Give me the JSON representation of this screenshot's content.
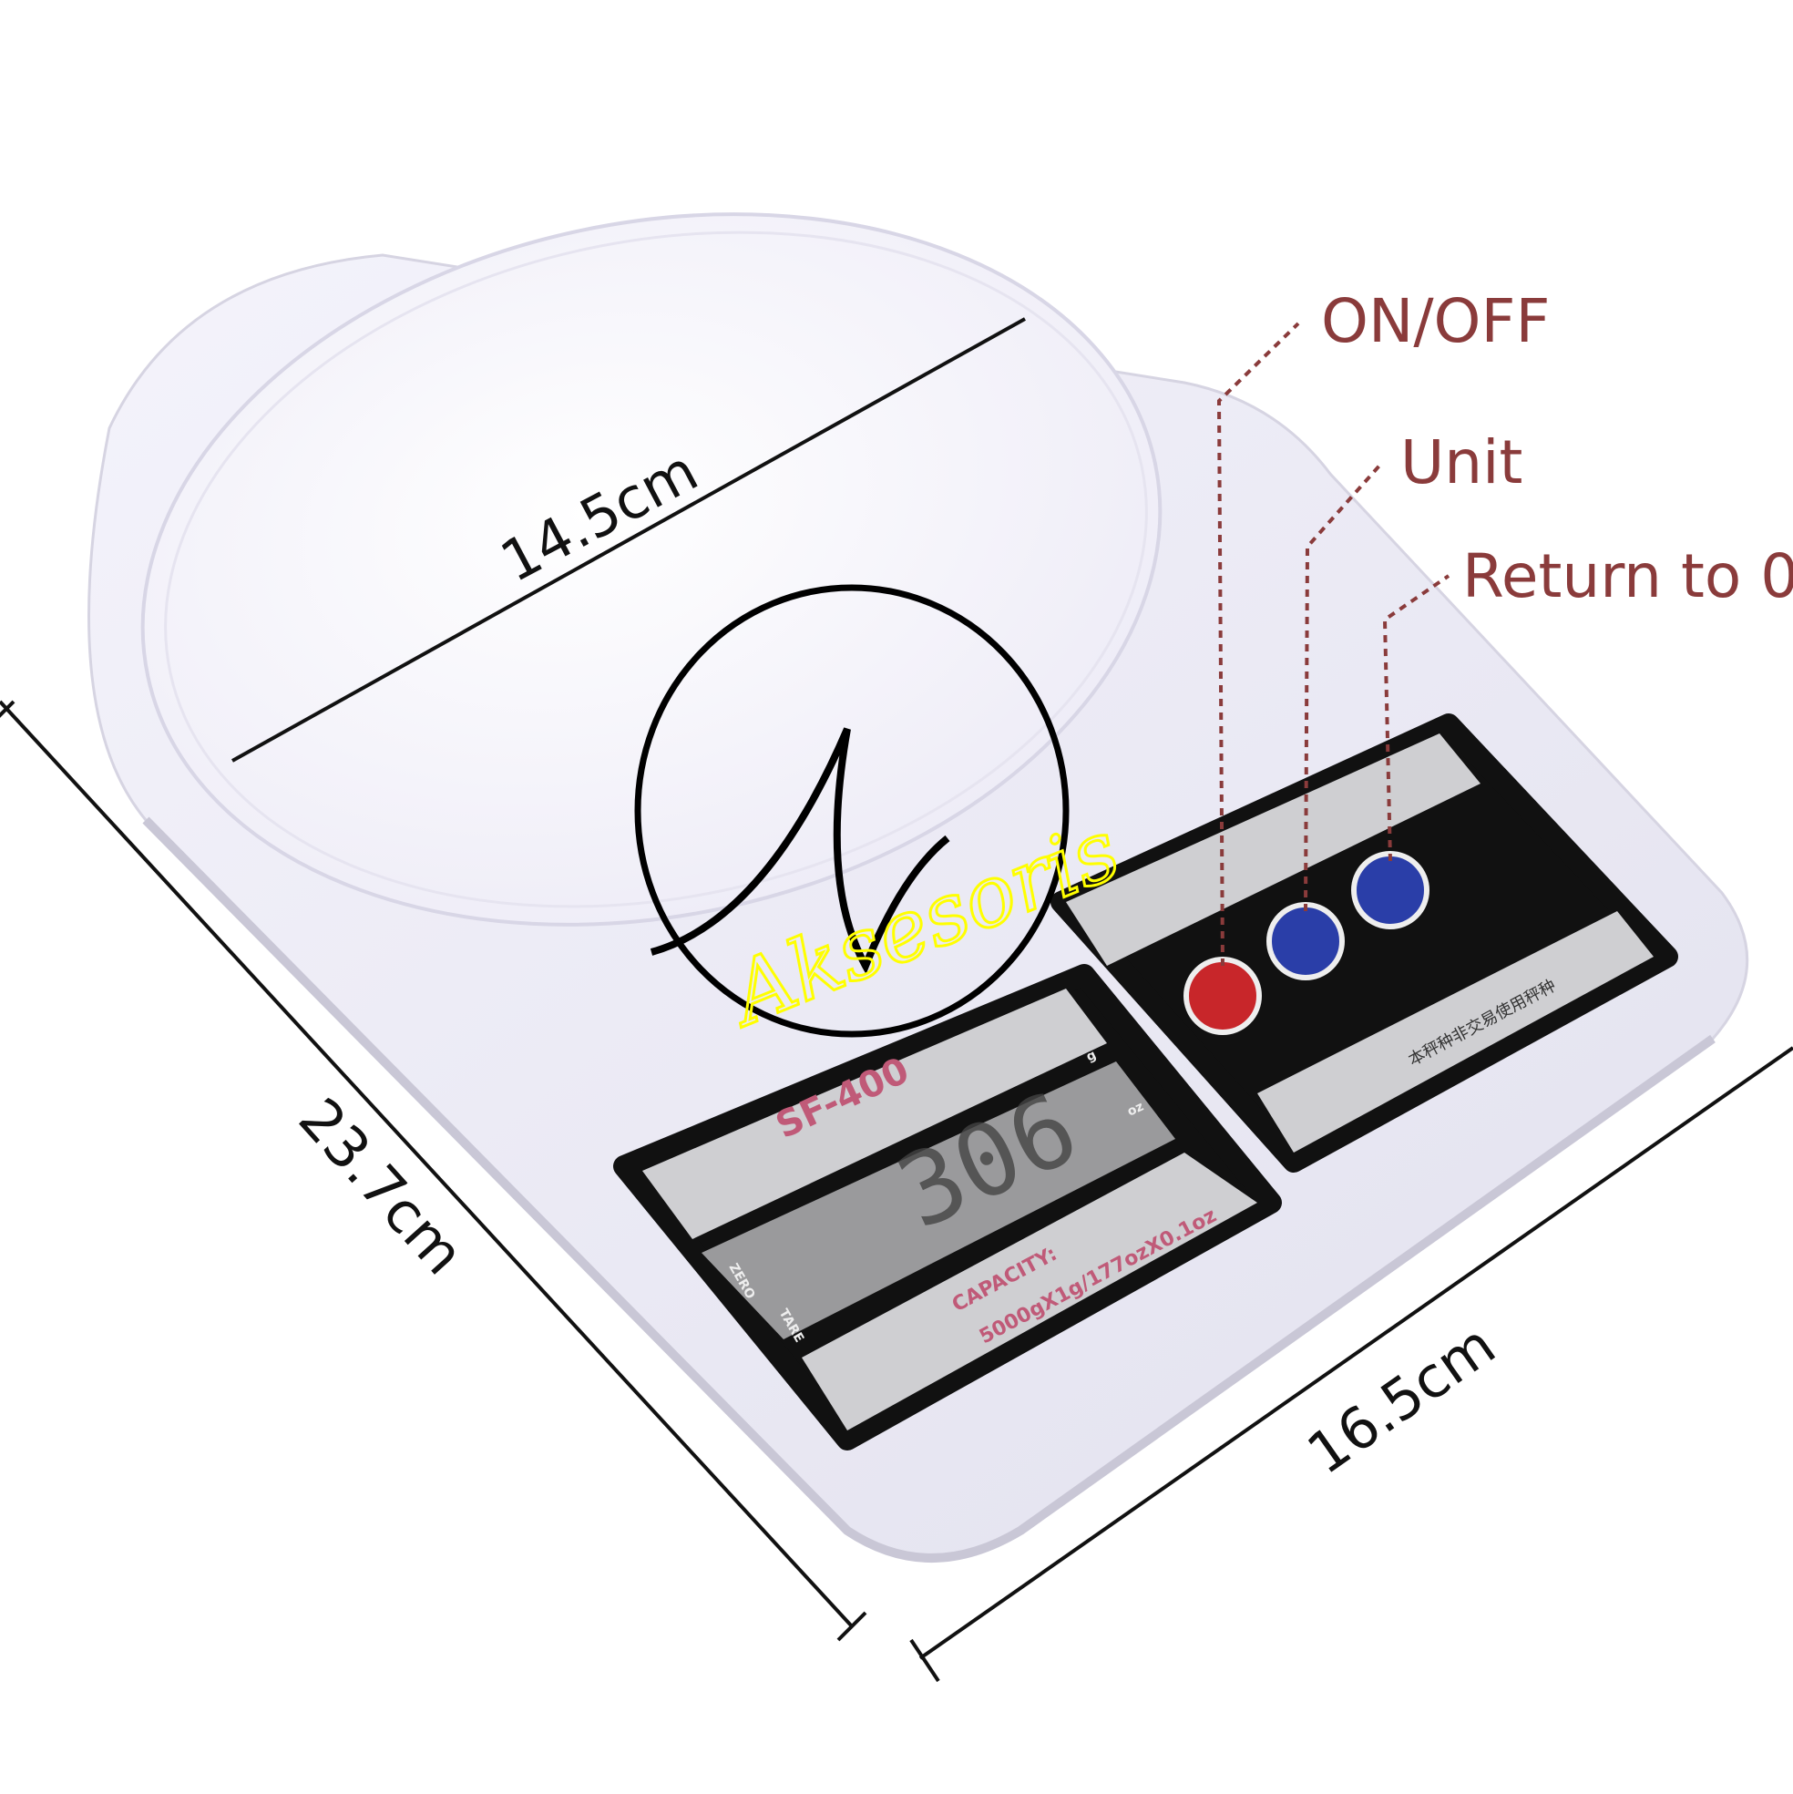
{
  "labels": {
    "on_off": "ON/OFF",
    "unit": "Unit",
    "return_to_zero": "Return to 0"
  },
  "dimensions": {
    "platform_diameter": "14.5cm",
    "length": "23.7cm",
    "width": "16.5cm"
  },
  "device": {
    "model": "SF-400",
    "display_reading": "306",
    "unit_g": "g",
    "unit_oz": "oz",
    "zero_label": "ZERO",
    "tare_label": "TARE",
    "capacity_title": "CAPACITY:",
    "capacity_value": "5000gX1g/177ozX0.1oz",
    "panel_note": "本秤种非交易使用秤种"
  },
  "watermark": {
    "monogram": "N",
    "brand": "Aksesoris"
  },
  "colors": {
    "label": "#8a3b3b",
    "on_off_button": "#c8262a",
    "unit_button": "#2a3ea8",
    "zero_button": "#2a3ea8",
    "watermark_text": "#ffff00"
  }
}
